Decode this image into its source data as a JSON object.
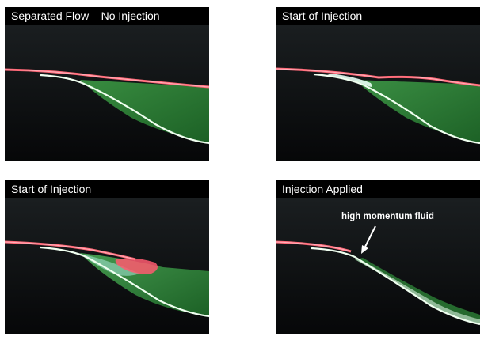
{
  "panels": [
    {
      "caption": "Separated Flow – No Injection"
    },
    {
      "caption": "Start of Injection"
    },
    {
      "caption": "Start of Injection"
    },
    {
      "caption": "Injection Applied",
      "annotation": "high momentum fluid"
    }
  ],
  "colors": {
    "background": "#000000",
    "dye_red": "#ff5a6e",
    "dye_green": "#2f8a3a",
    "wall": "#e8ffe8",
    "caption_text": "#ffffff"
  }
}
